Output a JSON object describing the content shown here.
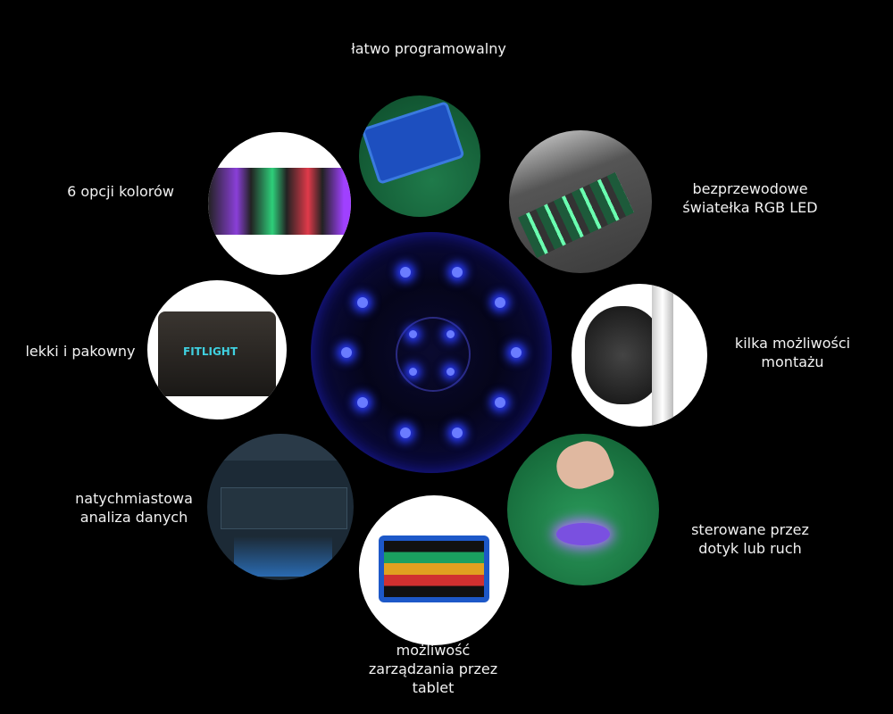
{
  "features": {
    "top": "łatwo programowalny",
    "top_left": "6 opcji kolorów",
    "top_right": [
      "bezprzewodowe",
      "światełka RGB LED"
    ],
    "left": "lekki i pakowny",
    "right": [
      "kilka możliwości",
      "montażu"
    ],
    "bottom_left": [
      "natychmiastowa",
      "analiza danych"
    ],
    "bottom_right": [
      "sterowane przez",
      "dotyk lub ruch"
    ],
    "bottom": [
      "możliwość",
      "zarządzania przez",
      "tablet"
    ]
  },
  "photos": {
    "case_logo": "FITLIGHT"
  },
  "colors": {
    "background": "#000000",
    "led_blue": "#3a4cff"
  }
}
